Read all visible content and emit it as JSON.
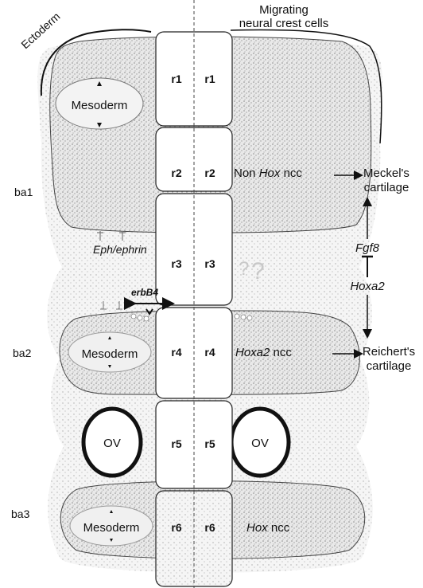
{
  "header": {
    "top_right_line1": "Migrating",
    "top_right_line2": "neural crest cells",
    "ectoderm": "Ectoderm"
  },
  "arch_labels": {
    "ba1": "ba1",
    "ba2": "ba2",
    "ba3": "ba3"
  },
  "rhombomeres_left": [
    "r1",
    "r2",
    "r3",
    "r4",
    "r5",
    "r6"
  ],
  "rhombomeres_right": [
    "r1",
    "r2",
    "r3",
    "r4",
    "r5",
    "r6"
  ],
  "mesoderm_labels": [
    "Mesoderm",
    "Mesoderm",
    "Mesoderm"
  ],
  "otic_vesicle": [
    "OV",
    "OV"
  ],
  "ncc_labels": {
    "ba1_pre": "Non",
    "ba1_hox": "Hox",
    "ba1_post": "ncc",
    "ba2_gene": "Hoxa2",
    "ba2_post": "ncc",
    "ba3_hox": "Hox",
    "ba3_post": "ncc"
  },
  "signals": {
    "eph": "Eph/ephrin",
    "erbb4": "erbB4",
    "question": "?"
  },
  "pathway": {
    "meckel_line1": "Meckel's",
    "meckel_line2": "cartilage",
    "fgf8": "Fgf8",
    "hoxa2": "Hoxa2",
    "reichert_line1": "Reichert's",
    "reichert_line2": "cartilage"
  }
}
